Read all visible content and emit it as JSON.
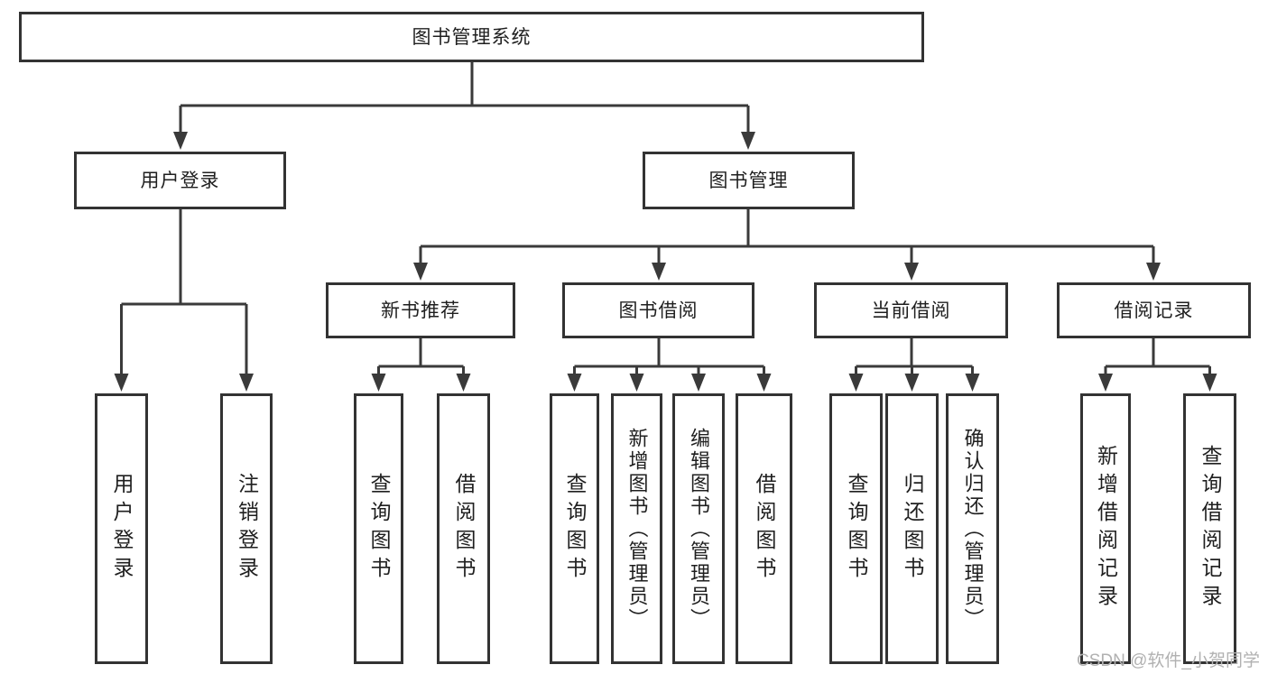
{
  "root": {
    "label": "图书管理系统"
  },
  "branches": {
    "user_login": {
      "label": "用户登录",
      "children": [
        {
          "label": "用户登录"
        },
        {
          "label": "注销登录"
        }
      ]
    },
    "book_management": {
      "label": "图书管理",
      "children": [
        {
          "label": "新书推荐",
          "children": [
            {
              "label": "查询图书"
            },
            {
              "label": "借阅图书"
            }
          ]
        },
        {
          "label": "图书借阅",
          "children": [
            {
              "label": "查询图书"
            },
            {
              "label": "新增图书（管理员）"
            },
            {
              "label": "编辑图书（管理员）"
            },
            {
              "label": "借阅图书"
            }
          ]
        },
        {
          "label": "当前借阅",
          "children": [
            {
              "label": "查询图书"
            },
            {
              "label": "归还图书"
            },
            {
              "label": "确认归还（管理员）"
            }
          ]
        },
        {
          "label": "借阅记录",
          "children": [
            {
              "label": "新增借阅记录"
            },
            {
              "label": "查询借阅记录"
            }
          ]
        }
      ]
    }
  },
  "watermark": "CSDN @软件_小贺同学",
  "colors": {
    "line": "#3a3a3a",
    "box_border": "#333333",
    "text": "#1f1f1f",
    "watermark": "#b1b1b1",
    "background": "#ffffff"
  }
}
